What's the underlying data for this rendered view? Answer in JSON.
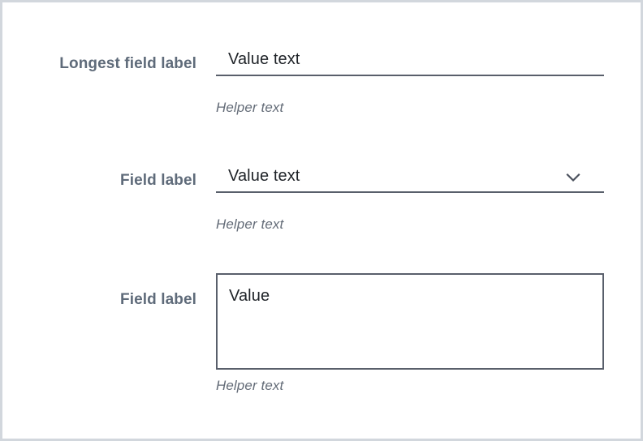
{
  "theme": {
    "frame_border_color": "#d2d7dd",
    "label_color": "#5f6b7a",
    "value_color": "#1f2328",
    "helper_color": "#646c78",
    "field_line_color": "#595f6b",
    "background": "#ffffff"
  },
  "form": {
    "fields": [
      {
        "type": "text",
        "label": "Longest field label",
        "value": "Value text",
        "placeholder": "Value text",
        "helper": "Helper text"
      },
      {
        "type": "select",
        "label": "Field label",
        "value": "Value text",
        "placeholder": "Value text",
        "helper": "Helper text",
        "icon": "chevron-down-icon"
      },
      {
        "type": "textarea",
        "label": "Field label",
        "value": "Value",
        "placeholder": "Value",
        "helper": "Helper text"
      }
    ]
  }
}
